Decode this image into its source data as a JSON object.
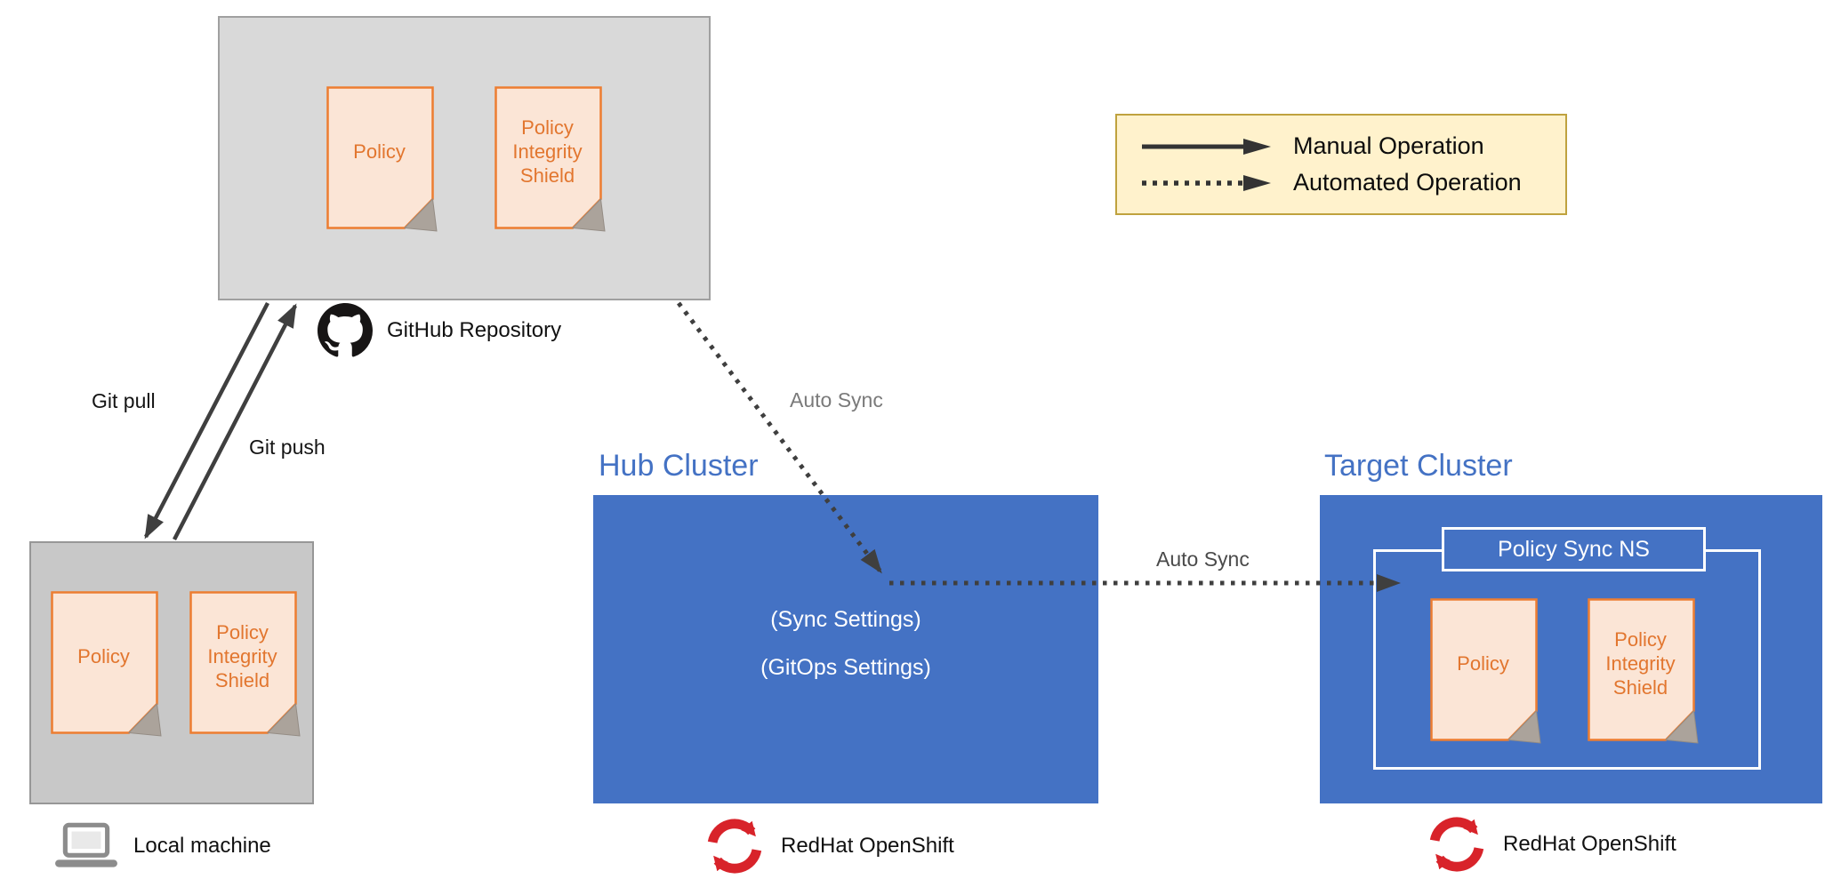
{
  "legend": {
    "manual": "Manual Operation",
    "automated": "Automated Operation"
  },
  "github_repo": {
    "caption": "GitHub Repository",
    "docs": [
      "Policy",
      "Policy Integrity Shield"
    ]
  },
  "local_machine": {
    "caption": "Local machine",
    "docs": [
      "Policy",
      "Policy Integrity Shield"
    ]
  },
  "hub_cluster": {
    "title": "Hub Cluster",
    "lines": [
      "(Sync Settings)",
      "(GitOps Settings)"
    ],
    "caption": "RedHat OpenShift"
  },
  "target_cluster": {
    "title": "Target Cluster",
    "namespace": "Policy Sync NS",
    "docs": [
      "Policy",
      "Policy Integrity Shield"
    ],
    "caption": "RedHat OpenShift"
  },
  "arrows": {
    "git_pull": "Git pull",
    "git_push": "Git push",
    "auto_sync_hub": "Auto Sync",
    "auto_sync_target": "Auto Sync"
  },
  "colors": {
    "cluster_blue": "#4472C4",
    "doc_border_orange": "#ED7D31",
    "doc_fill": "#FBE5D6",
    "box_gray": "#D9D9D9",
    "legend_bg": "#FFF2CC",
    "legend_border": "#BFA23E",
    "arrow_gray": "#3F3F3F",
    "openshift_red": "#D8232A"
  }
}
